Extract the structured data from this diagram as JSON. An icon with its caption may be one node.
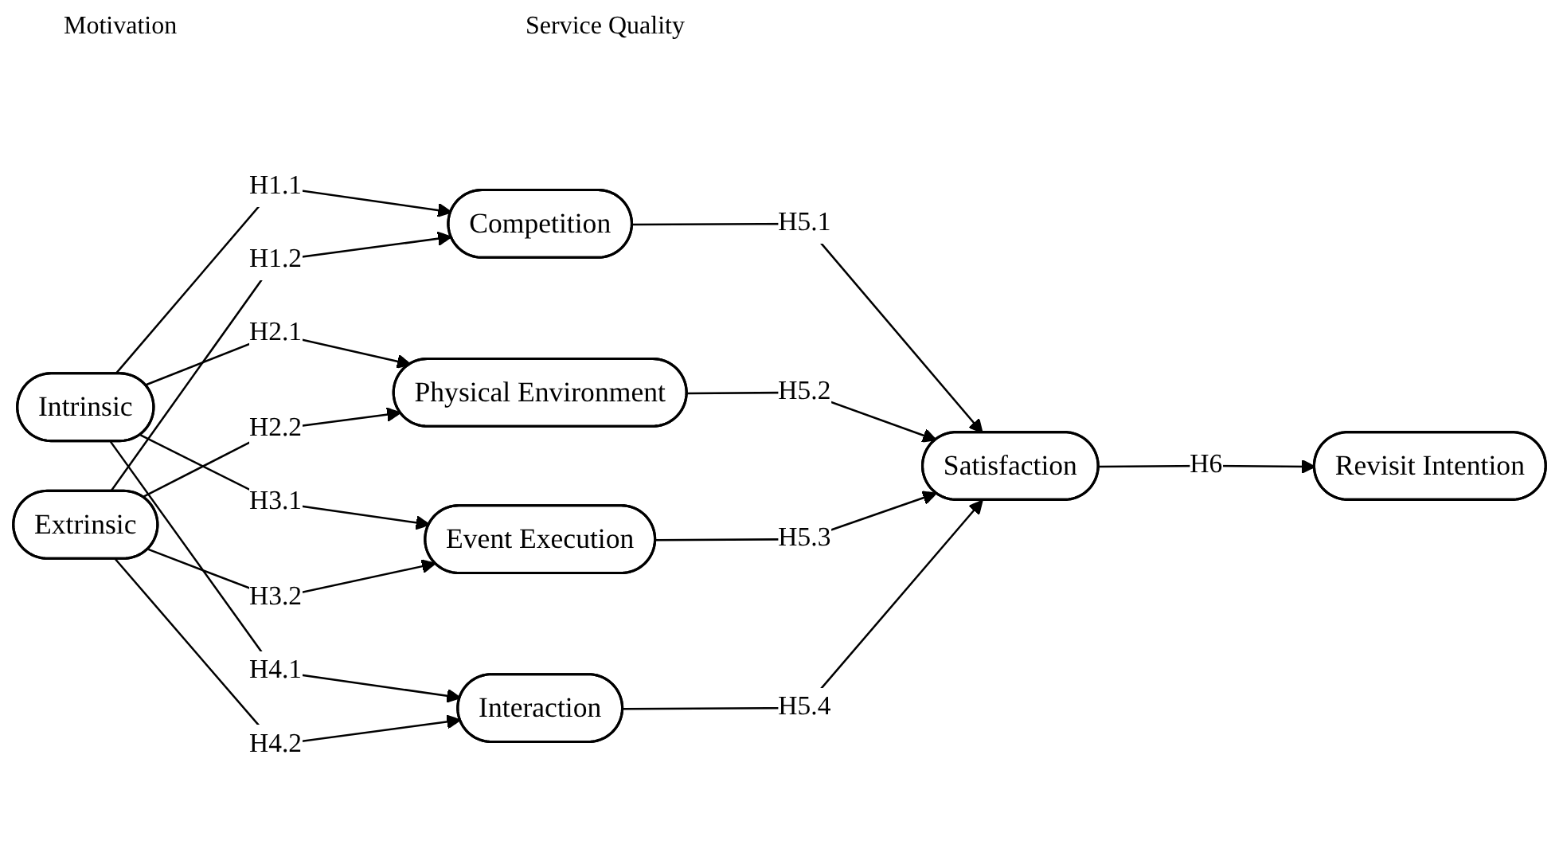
{
  "diagram": {
    "nodes": [
      {
        "text": [
          "Intrinsic"
        ]
      },
      {
        "text": [
          "Extrinsic"
        ]
      },
      {
        "text": [
          "Competition"
        ]
      },
      {
        "text": [
          "Physical Environment"
        ]
      },
      {
        "text": [
          "Event Execution"
        ]
      },
      {
        "text": [
          "Interaction"
        ]
      },
      {
        "text": [
          "Satisfaction"
        ]
      },
      {
        "text": [
          "Revisit Intention"
        ]
      }
    ],
    "edges": [
      {
        "from": 0,
        "to": 2,
        "arrow": "to",
        "label": "H1.1"
      },
      {
        "from": 1,
        "to": 2,
        "arrow": "to",
        "label": "H1.2"
      },
      {
        "from": 0,
        "to": 3,
        "arrow": "to",
        "label": "H2.1"
      },
      {
        "from": 1,
        "to": 3,
        "arrow": "to",
        "label": "H2.2"
      },
      {
        "from": 0,
        "to": 4,
        "arrow": "to",
        "label": "H3.1"
      },
      {
        "from": 1,
        "to": 4,
        "arrow": "to",
        "label": "H3.2"
      },
      {
        "from": 0,
        "to": 5,
        "arrow": "to",
        "label": "H4.1"
      },
      {
        "from": 1,
        "to": 5,
        "arrow": "to",
        "label": "H4.2"
      },
      {
        "from": 2,
        "to": 6,
        "arrow": "to",
        "label": "H5.1"
      },
      {
        "from": 3,
        "to": 6,
        "arrow": "to",
        "label": "H5.2"
      },
      {
        "from": 4,
        "to": 6,
        "arrow": "to",
        "label": "H5.3"
      },
      {
        "from": 5,
        "to": 6,
        "arrow": "to",
        "label": "H5.4"
      },
      {
        "from": 6,
        "to": 7,
        "arrow": "to",
        "label": "H6"
      }
    ],
    "labels": [
      "Service Quality",
      "Motivation"
    ]
  }
}
